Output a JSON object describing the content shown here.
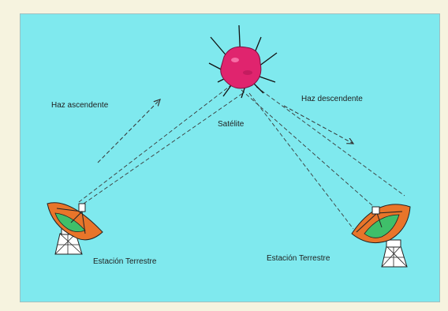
{
  "labels": {
    "uplink": "Haz ascendente",
    "downlink": "Haz descendente",
    "satellite": "Satélite",
    "station_left": "Estación Terrestre",
    "station_right": "Estación Terrestre"
  },
  "colors": {
    "background": "#7fe9ee",
    "frame": "#f6f3df",
    "satellite_body": "#e0246e",
    "dish": "#e8752a",
    "dish_inner": "#3fbf6a",
    "lines": "#333333"
  },
  "icons": {
    "satellite": "satellite-icon",
    "dish_left": "satellite-dish-icon",
    "dish_right": "satellite-dish-icon"
  }
}
